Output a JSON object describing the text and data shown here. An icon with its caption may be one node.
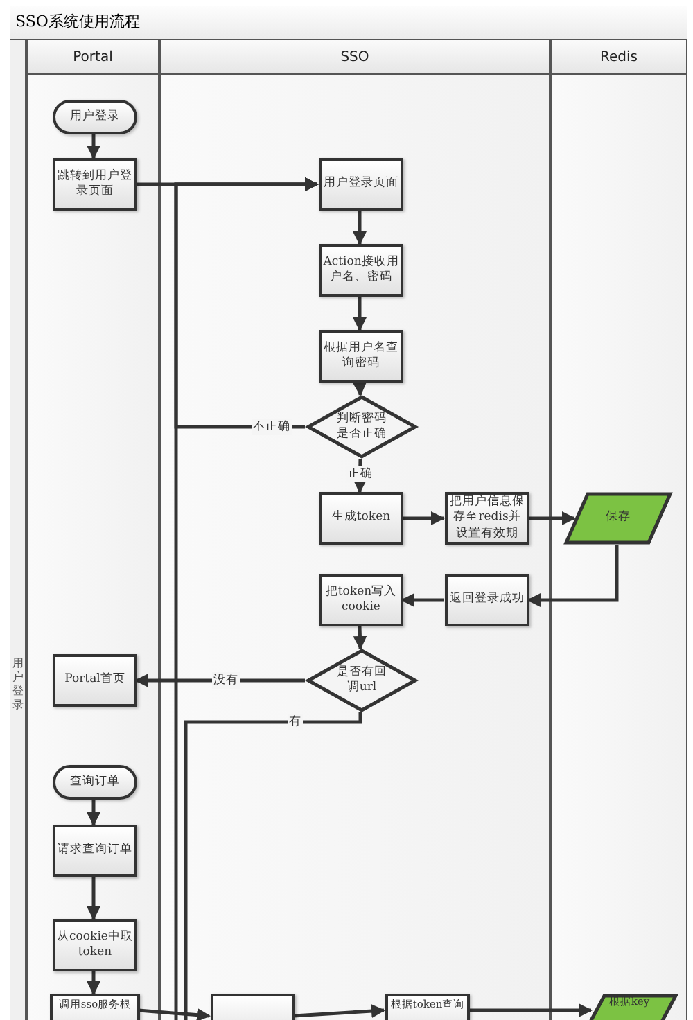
{
  "diagram": {
    "title": "SSO系统使用流程",
    "nodes": [
      {
        "text": [
          "Portal"
        ]
      },
      {
        "text": [
          "SSO"
        ]
      },
      {
        "text": [
          "Redis"
        ]
      },
      {
        "text": [
          "用户登录"
        ],
        "in": 0
      },
      {
        "text": [
          "跳转到用户登录页面"
        ],
        "in": 0
      },
      {
        "text": [
          "用户登录页面"
        ],
        "in": 1
      },
      {
        "text": [
          "Action接收用户名、密码"
        ],
        "in": 1
      },
      {
        "text": [
          "根据用户名查询密码"
        ],
        "in": 1
      },
      {
        "text": [
          "判断密码是否正确"
        ],
        "in": 1
      },
      {
        "text": [
          "生成token"
        ],
        "in": 1
      },
      {
        "text": [
          "把用户信息保存至redis并设置有效期"
        ],
        "in": 1
      },
      {
        "text": [
          "保存"
        ],
        "in": 2
      },
      {
        "text": [
          "返回登录成功"
        ],
        "in": 1
      },
      {
        "text": [
          "把token写入cookie"
        ],
        "in": 1
      },
      {
        "text": [
          "是否有回调url"
        ],
        "in": 1
      },
      {
        "text": [
          "Portal首页"
        ],
        "in": 0
      },
      {
        "text": [
          "查询订单"
        ],
        "in": 0
      },
      {
        "text": [
          "请求查询订单"
        ],
        "in": 0
      },
      {
        "text": [
          "从cookie中取token"
        ],
        "in": 0
      },
      {
        "text": [
          "调用sso服务根"
        ],
        "in": 0
      },
      {
        "text": [],
        "shape": "box",
        "in": 1
      },
      {
        "text": [
          "根据token查询"
        ],
        "in": 1
      },
      {
        "text": [
          "根据key"
        ],
        "in": 2
      }
    ],
    "edges": [
      {
        "from": 3,
        "to": 4,
        "arrow": "to"
      },
      {
        "from": 4,
        "to": 5,
        "arrow": "to"
      },
      {
        "from": 5,
        "to": 6,
        "arrow": "to"
      },
      {
        "from": 6,
        "to": 7,
        "arrow": "to"
      },
      {
        "from": 7,
        "to": 8,
        "arrow": "to"
      },
      {
        "from": 8,
        "to": 5,
        "arrow": "to",
        "label": "不正确"
      },
      {
        "from": 8,
        "to": 9,
        "arrow": "to",
        "label": "正确"
      },
      {
        "from": 9,
        "to": 10,
        "arrow": "to"
      },
      {
        "from": 10,
        "to": 11,
        "arrow": "to"
      },
      {
        "from": 11,
        "to": 12,
        "arrow": "to"
      },
      {
        "from": 12,
        "to": 13,
        "arrow": "to"
      },
      {
        "from": 13,
        "to": 14,
        "arrow": "to"
      },
      {
        "from": 14,
        "to": 15,
        "arrow": "to",
        "label": "没有"
      },
      {
        "from": 14,
        "to": null,
        "arrow": "none",
        "label": "有"
      },
      {
        "from": null,
        "to": 5,
        "arrow": "to"
      },
      {
        "from": 16,
        "to": 17,
        "arrow": "to"
      },
      {
        "from": 17,
        "to": 18,
        "arrow": "to"
      },
      {
        "from": 18,
        "to": 19,
        "arrow": "to"
      },
      {
        "from": 19,
        "to": 20,
        "arrow": "to"
      },
      {
        "from": 20,
        "to": 21,
        "arrow": "to"
      },
      {
        "from": 21,
        "to": 22,
        "arrow": "to"
      }
    ],
    "labels": [
      "用户登录"
    ]
  }
}
